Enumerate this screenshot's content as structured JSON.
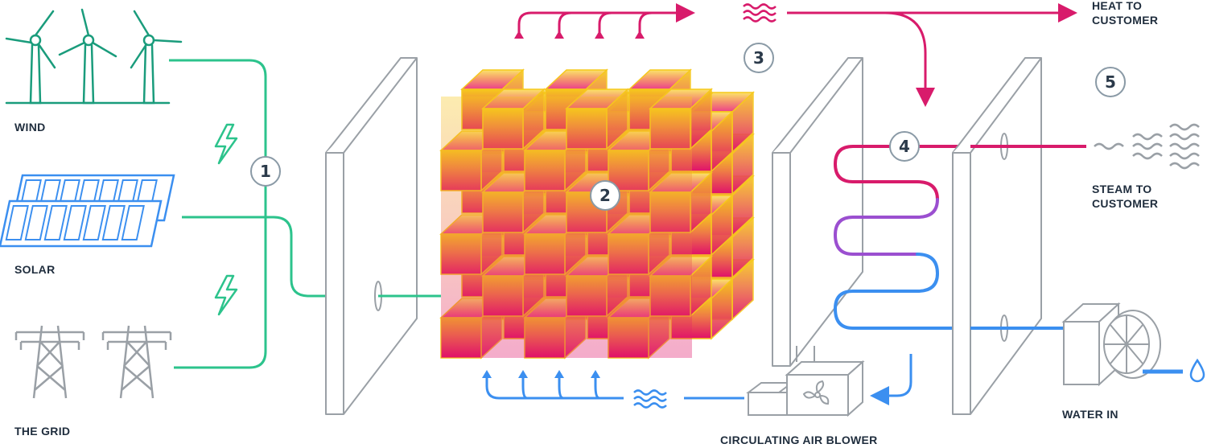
{
  "labels": {
    "wind": "WIND",
    "solar": "SOLAR",
    "grid": "THE GRID",
    "heat_line1": "HEAT TO",
    "heat_line2": "CUSTOMER",
    "steam_line1": "STEAM TO",
    "steam_line2": "CUSTOMER",
    "water_in": "WATER IN",
    "blower": "CIRCULATING AIR BLOWER"
  },
  "steps": [
    "1",
    "2",
    "3",
    "4",
    "5"
  ],
  "colors": {
    "electric": "#2cc38c",
    "heat": "#d81b6b",
    "cool_air": "#3b8ff0",
    "steam_mid": "#9b4fd0",
    "block_top": "#f6c81c",
    "block_bottom": "#e0106a",
    "frame": "#9aa0a6"
  },
  "icons": [
    "wind-turbine-icon",
    "solar-panel-icon",
    "transmission-tower-icon",
    "lightning-icon",
    "heat-wave-icon",
    "steam-icon",
    "fan-icon",
    "water-drop-icon"
  ]
}
